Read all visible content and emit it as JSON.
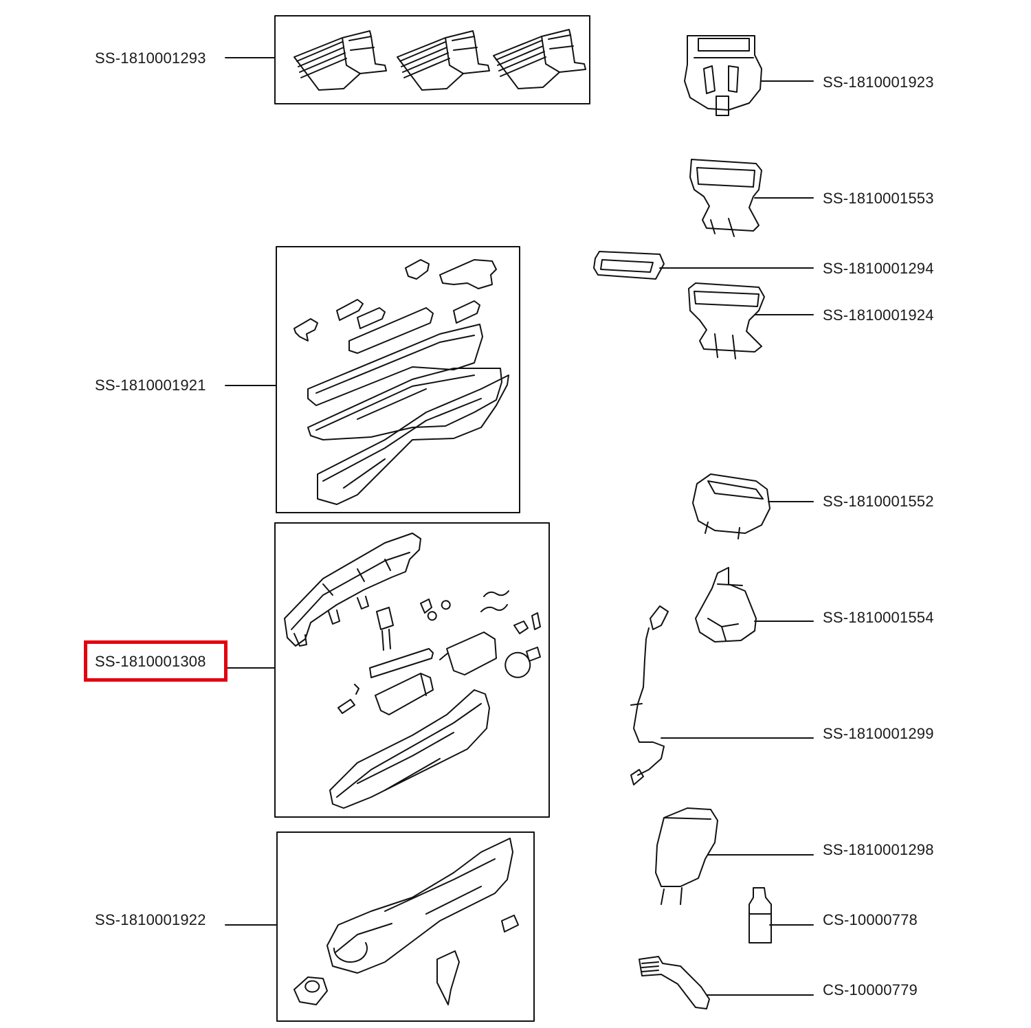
{
  "highlight_color": "#e3000f",
  "labels": {
    "l1293": "SS-1810001293",
    "l1921": "SS-1810001921",
    "l1308": "SS-1810001308",
    "l1922": "SS-1810001922",
    "r1923": "SS-1810001923",
    "r1553": "SS-1810001553",
    "r1294": "SS-1810001294",
    "r1924": "SS-1810001924",
    "r1552": "SS-1810001552",
    "r1554": "SS-1810001554",
    "r1299": "SS-1810001299",
    "r1298": "SS-1810001298",
    "c0778": "CS-10000778",
    "c0779": "CS-10000779"
  },
  "highlighted_part": "SS-1810001308"
}
